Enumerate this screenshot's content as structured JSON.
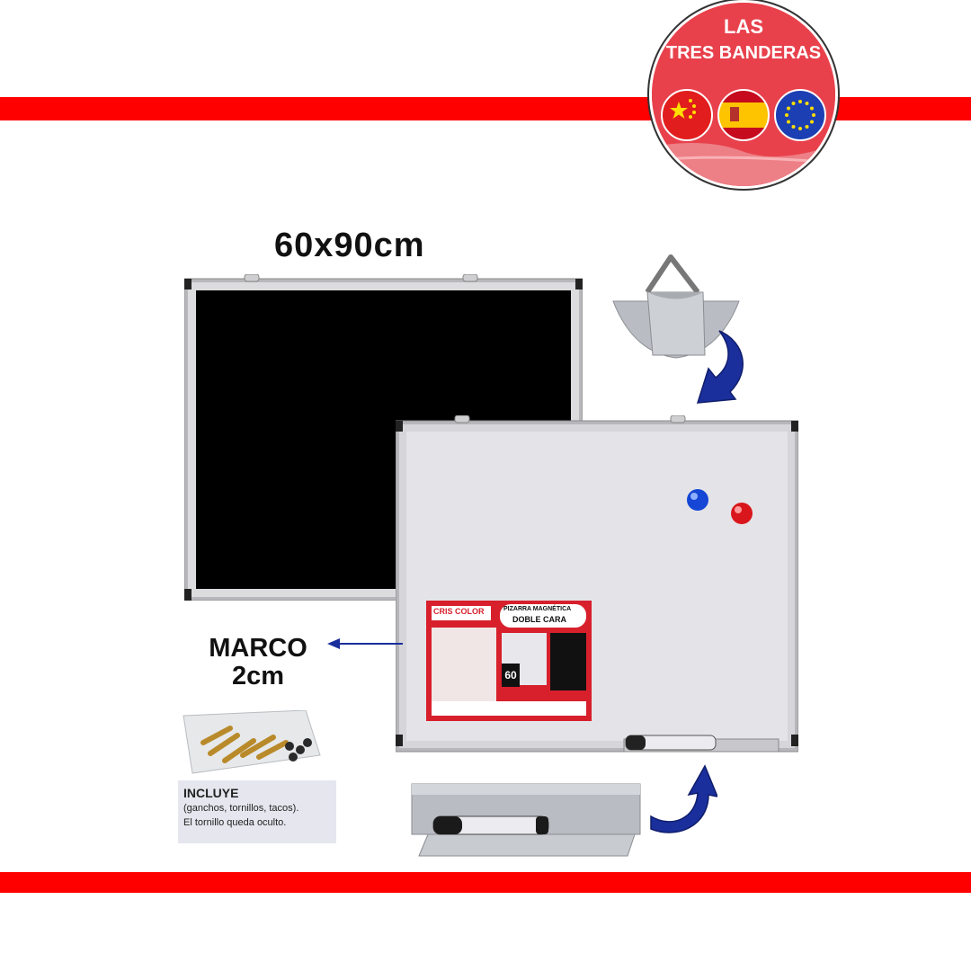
{
  "brand": {
    "logo_line1": "LAS",
    "logo_line2": "TRES BANDERAS"
  },
  "product": {
    "size_label": "60x90cm",
    "frame_label_line1": "MARCO",
    "frame_label_line2": "2cm",
    "includes_title": "INCLUYE",
    "includes_line1": "(ganchos, tornillos, tacos).",
    "includes_line2": "El tornillo queda oculto.",
    "package_brand": "CRIS COLOR",
    "package_title_line1": "PIZARRA MAGNÉTICA",
    "package_title_line2": "DOBLE CARA",
    "package_size": "60"
  },
  "colors": {
    "band": "#ff0000",
    "blackboard": "#000000",
    "whiteboard": "#e4e4e8",
    "arrow": "#1a2f9c",
    "magnet_blue": "#1546d6",
    "magnet_red": "#d8161b"
  },
  "icons": [
    "china-flag-icon",
    "spain-flag-icon",
    "eu-flag-icon",
    "hanger-hook-icon",
    "curved-arrow-icon"
  ]
}
